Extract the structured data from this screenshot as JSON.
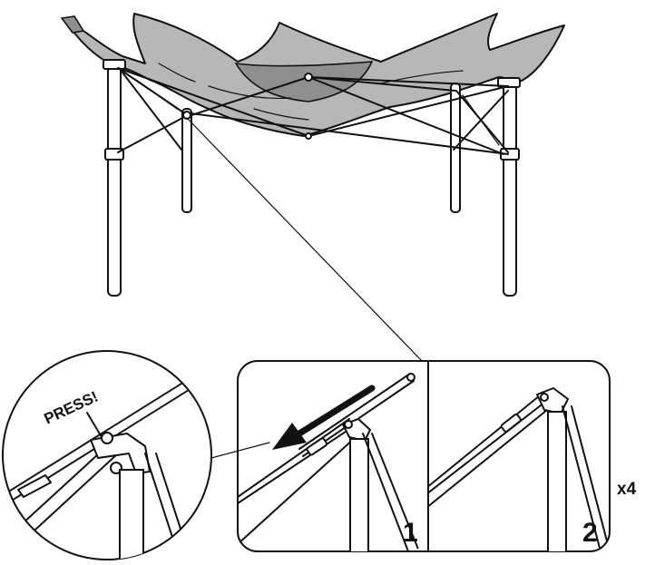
{
  "labels": {
    "press": "PRESS!",
    "step1": "1",
    "step2": "2",
    "multiplier": "x4"
  },
  "colors": {
    "ink": "#111111",
    "canopy_fabric": "#b7b7b7",
    "canopy_shadow": "#8f8f8f",
    "background": "#ffffff"
  },
  "icons": {
    "direction_arrow": "arrow-down-left-icon"
  }
}
